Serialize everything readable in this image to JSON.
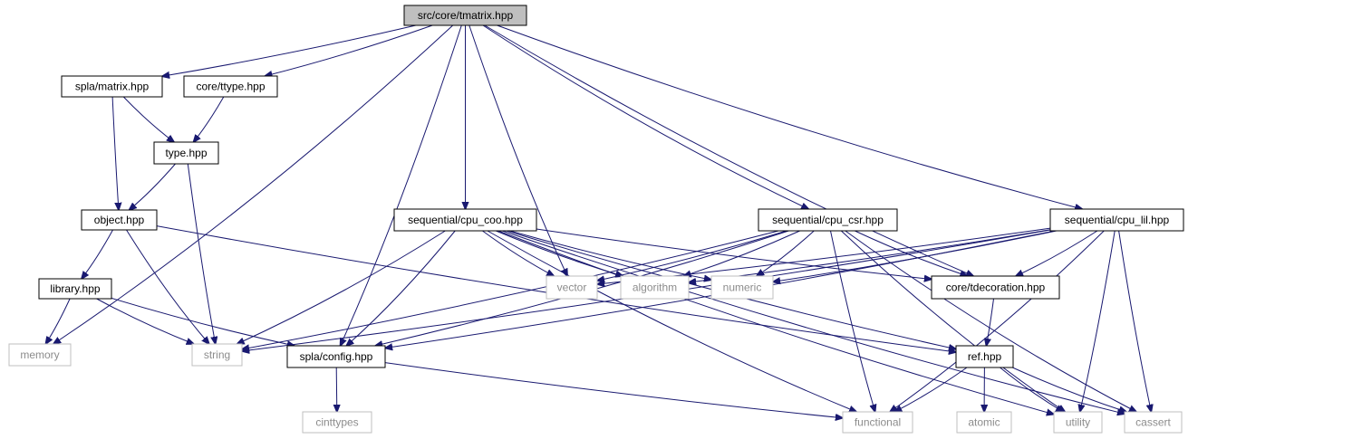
{
  "colors": {
    "edge": "#191970",
    "root_fill": "#bfbfbf",
    "node_border": "#000000",
    "system_border": "#bfbfbf",
    "system_text": "#8c8c8c"
  },
  "nodes": [
    {
      "id": "tmatrix",
      "label": "src/core/tmatrix.hpp",
      "kind": "root"
    },
    {
      "id": "splamatrix",
      "label": "spla/matrix.hpp",
      "kind": "project"
    },
    {
      "id": "ttype",
      "label": "core/ttype.hpp",
      "kind": "project"
    },
    {
      "id": "type",
      "label": "type.hpp",
      "kind": "project"
    },
    {
      "id": "object",
      "label": "object.hpp",
      "kind": "project"
    },
    {
      "id": "library",
      "label": "library.hpp",
      "kind": "project"
    },
    {
      "id": "memory",
      "label": "memory",
      "kind": "system"
    },
    {
      "id": "string",
      "label": "string",
      "kind": "system"
    },
    {
      "id": "config",
      "label": "spla/config.hpp",
      "kind": "project"
    },
    {
      "id": "cinttypes",
      "label": "cinttypes",
      "kind": "system"
    },
    {
      "id": "functional",
      "label": "functional",
      "kind": "system"
    },
    {
      "id": "coo",
      "label": "sequential/cpu_coo.hpp",
      "kind": "project"
    },
    {
      "id": "csr",
      "label": "sequential/cpu_csr.hpp",
      "kind": "project"
    },
    {
      "id": "lil",
      "label": "sequential/cpu_lil.hpp",
      "kind": "project"
    },
    {
      "id": "vector",
      "label": "vector",
      "kind": "system"
    },
    {
      "id": "algorithm",
      "label": "algorithm",
      "kind": "system"
    },
    {
      "id": "numeric",
      "label": "numeric",
      "kind": "system"
    },
    {
      "id": "tdecoration",
      "label": "core/tdecoration.hpp",
      "kind": "project"
    },
    {
      "id": "ref",
      "label": "ref.hpp",
      "kind": "project"
    },
    {
      "id": "atomic",
      "label": "atomic",
      "kind": "system"
    },
    {
      "id": "utility",
      "label": "utility",
      "kind": "system"
    },
    {
      "id": "cassert",
      "label": "cassert",
      "kind": "system"
    }
  ],
  "edges": [
    [
      "tmatrix",
      "memory"
    ],
    [
      "tmatrix",
      "splamatrix"
    ],
    [
      "tmatrix",
      "ttype"
    ],
    [
      "tmatrix",
      "config"
    ],
    [
      "tmatrix",
      "coo"
    ],
    [
      "tmatrix",
      "vector"
    ],
    [
      "tmatrix",
      "csr"
    ],
    [
      "tmatrix",
      "tdecoration"
    ],
    [
      "tmatrix",
      "lil"
    ],
    [
      "splamatrix",
      "type"
    ],
    [
      "splamatrix",
      "object"
    ],
    [
      "ttype",
      "type"
    ],
    [
      "type",
      "object"
    ],
    [
      "type",
      "string"
    ],
    [
      "object",
      "library"
    ],
    [
      "object",
      "string"
    ],
    [
      "object",
      "ref"
    ],
    [
      "library",
      "memory"
    ],
    [
      "library",
      "string"
    ],
    [
      "library",
      "config"
    ],
    [
      "config",
      "cinttypes"
    ],
    [
      "config",
      "functional"
    ],
    [
      "coo",
      "string"
    ],
    [
      "coo",
      "config"
    ],
    [
      "coo",
      "functional"
    ],
    [
      "coo",
      "utility"
    ],
    [
      "coo",
      "vector"
    ],
    [
      "coo",
      "algorithm"
    ],
    [
      "coo",
      "numeric"
    ],
    [
      "coo",
      "tdecoration"
    ],
    [
      "coo",
      "ref"
    ],
    [
      "coo",
      "cassert"
    ],
    [
      "csr",
      "vector"
    ],
    [
      "csr",
      "algorithm"
    ],
    [
      "csr",
      "numeric"
    ],
    [
      "csr",
      "tdecoration"
    ],
    [
      "csr",
      "string"
    ],
    [
      "csr",
      "config"
    ],
    [
      "csr",
      "functional"
    ],
    [
      "csr",
      "utility"
    ],
    [
      "csr",
      "cassert"
    ],
    [
      "lil",
      "vector"
    ],
    [
      "lil",
      "algorithm"
    ],
    [
      "lil",
      "numeric"
    ],
    [
      "lil",
      "tdecoration"
    ],
    [
      "lil",
      "string"
    ],
    [
      "lil",
      "config"
    ],
    [
      "lil",
      "functional"
    ],
    [
      "lil",
      "utility"
    ],
    [
      "lil",
      "cassert"
    ],
    [
      "tdecoration",
      "ref"
    ],
    [
      "ref",
      "functional"
    ],
    [
      "ref",
      "atomic"
    ],
    [
      "ref",
      "utility"
    ],
    [
      "ref",
      "cassert"
    ]
  ]
}
